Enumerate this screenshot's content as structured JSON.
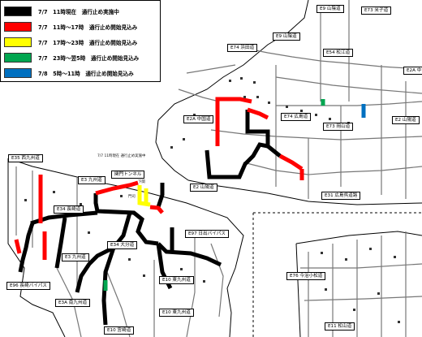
{
  "legend": {
    "items": [
      {
        "color": "#000000",
        "text": "7/7　11時現在　通行止め実施中"
      },
      {
        "color": "#ff0000",
        "text": "7/7　11時～17時　通行止め開始見込み"
      },
      {
        "color": "#ffff00",
        "text": "7/7　17時～23時　通行止め開始見込み"
      },
      {
        "color": "#00a650",
        "text": "7/7　23時～翌5時　通行止め開始見込み"
      },
      {
        "color": "#0070c0",
        "text": "7/8　5時～11時　通行止め開始見込み"
      }
    ]
  },
  "route_labels": {
    "e9": "E9 山陰道",
    "e73": "E73 米子道",
    "e9b": "E9 山陰道",
    "e54": "E54 松江道",
    "e74": "E74 浜田道",
    "e2a_ne": "E2A 中",
    "e2a": "E2A 中国道",
    "e74b": "E74 広島道",
    "e73b": "E73 岡山道",
    "e2": "E2 山陽道",
    "e35": "E35 西九州道",
    "e3": "E3 九州道",
    "kanmon": "関門トンネル",
    "e2b": "E2 山陽道",
    "e31": "E31 広島呉道路",
    "e34": "E34 長崎道",
    "e97": "E97 日出バイパス",
    "e34b": "E34 大分道",
    "e3b": "E3 九州道",
    "e10": "E10 東九州道",
    "e96": "E96 長崎バイパス",
    "e76": "E76 今治小松道",
    "e3a": "E3A 南九州道",
    "e10b": "E10 東九州道",
    "e10c": "E10 宮崎道",
    "e11": "E11 松山道"
  },
  "small_text": {
    "note": "7/7 11時現在 通行止め実施中",
    "shimonoseki": "下関",
    "moji": "門司"
  }
}
